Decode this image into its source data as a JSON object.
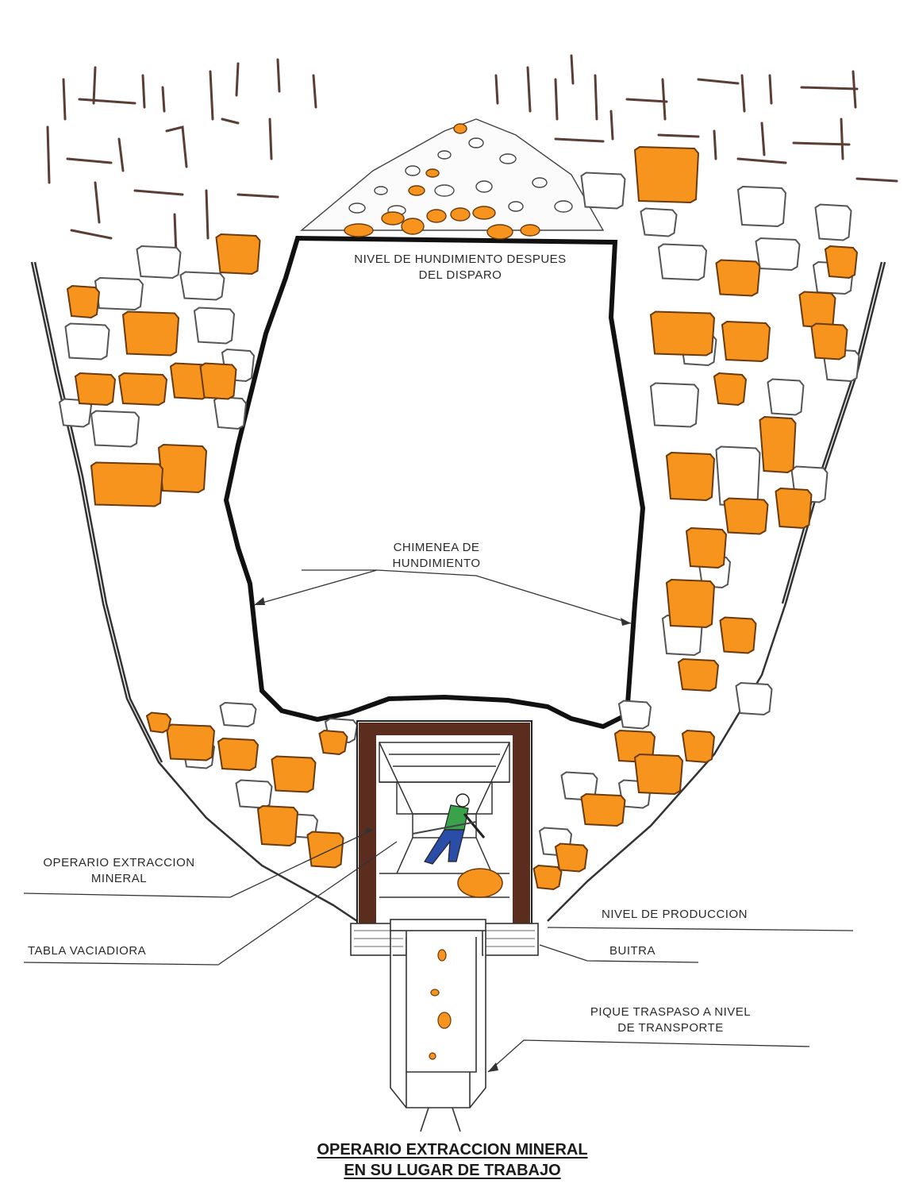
{
  "labels": {
    "nivel_hundimiento_line1": "NIVEL DE HUNDIMIENTO DESPUES",
    "nivel_hundimiento_line2": "DEL DISPARO",
    "chimenea_line1": "CHIMENEA DE",
    "chimenea_line2": "HUNDIMIENTO",
    "operario_line1": "OPERARIO EXTRACCION",
    "operario_line2": "MINERAL",
    "tabla_vaciadora": "TABLA VACIADIORA",
    "nivel_produccion": "NIVEL DE PRODUCCION",
    "buitra": "BUITRA",
    "pique_line1": "PIQUE TRASPASO A NIVEL",
    "pique_line2": "DE TRANSPORTE"
  },
  "title": {
    "line1": "OPERARIO EXTRACCION MINERAL",
    "line2": "EN SU LUGAR DE TRABAJO"
  },
  "colors": {
    "ore": "#f7941d",
    "ore_outline": "#6a3a10",
    "rock_outline": "#555555",
    "fracture": "#5a3e36",
    "frame": "#5a2d1f",
    "ink": "#222222"
  }
}
